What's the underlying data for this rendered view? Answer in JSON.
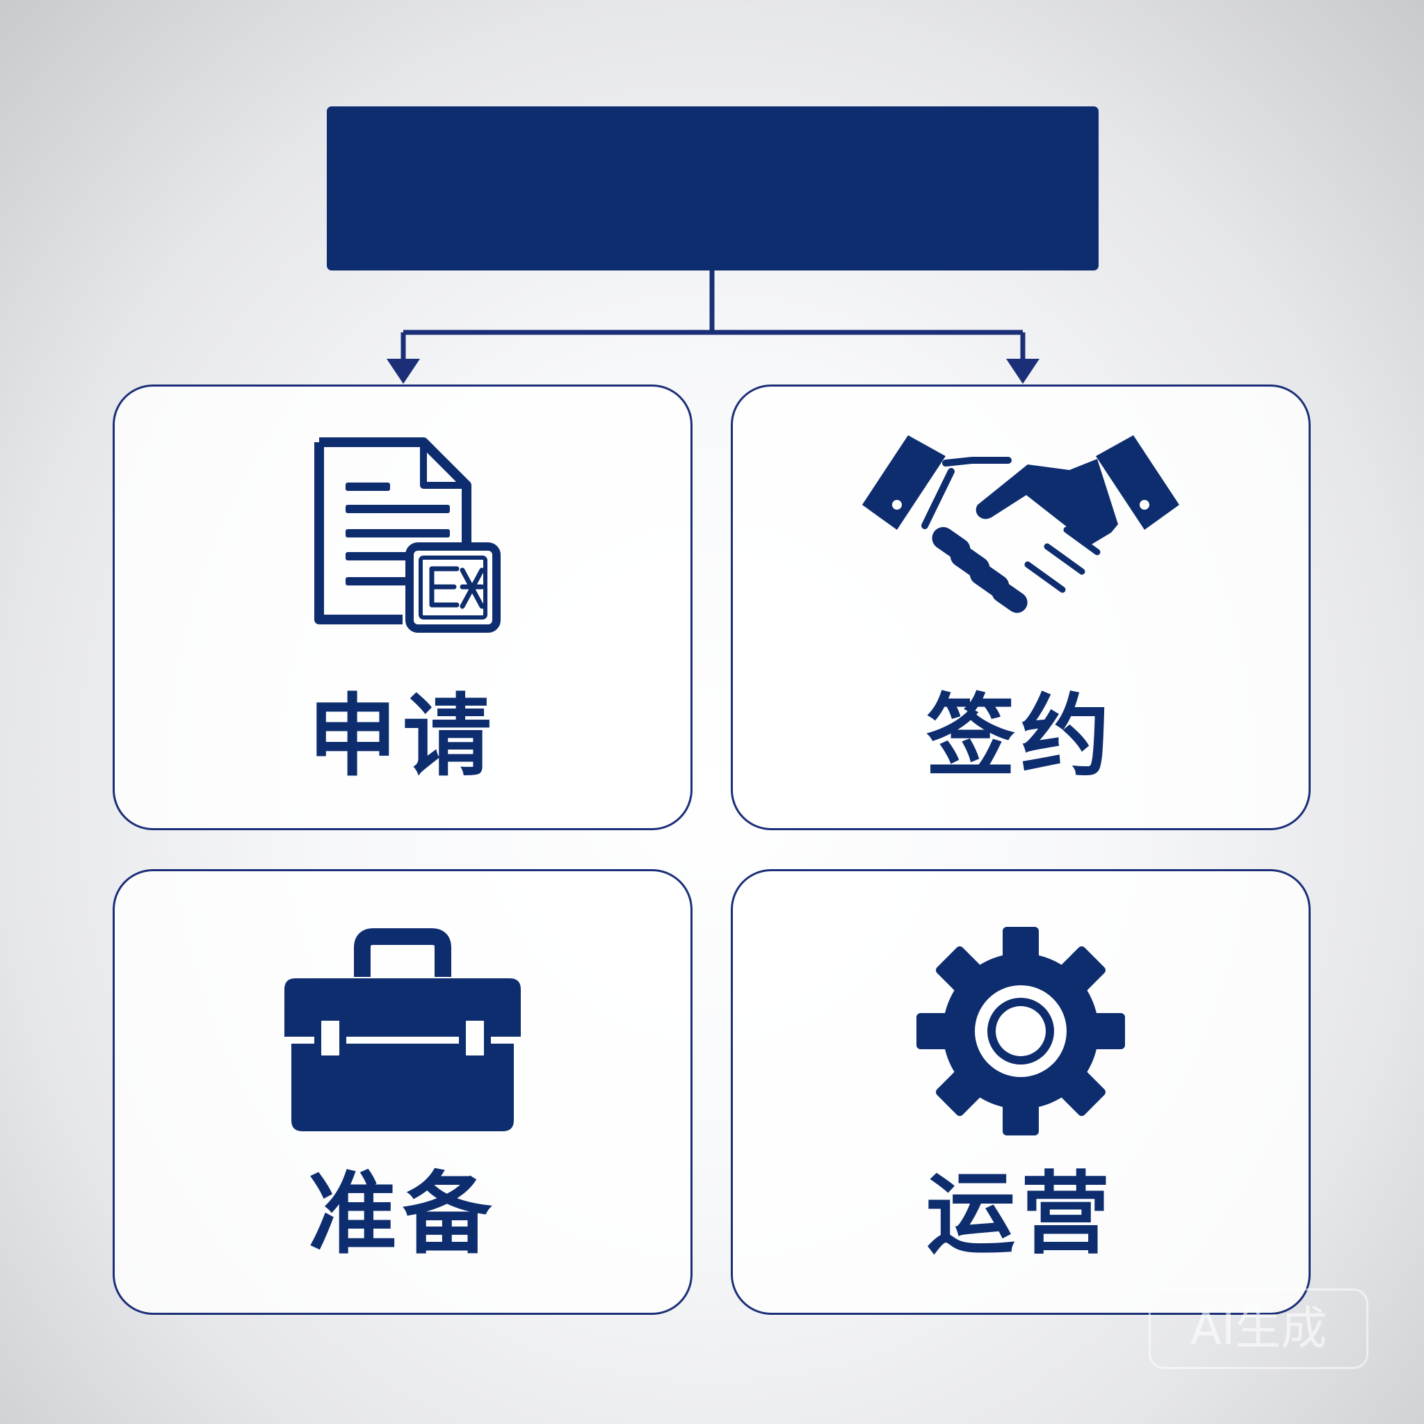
{
  "colors": {
    "primary": "#0d2d6e",
    "card_border": "#1b2f78"
  },
  "title_bar": {
    "text": ""
  },
  "steps": [
    {
      "label": "申请",
      "icon": "document-with-stamp-icon"
    },
    {
      "label": "签约",
      "icon": "handshake-icon"
    },
    {
      "label": "准备",
      "icon": "toolbox-icon"
    },
    {
      "label": "运营",
      "icon": "gear-icon"
    }
  ],
  "watermark": {
    "text": "AI生成"
  }
}
